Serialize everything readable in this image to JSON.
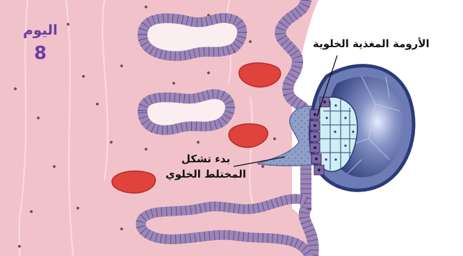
{
  "day": {
    "title": "اليوم",
    "number": "8"
  },
  "labels": {
    "syncytiotrophoblast": "الأرومة المغذية الخلوية",
    "mesoderm_line1": "بدء تشكل",
    "mesoderm_line2": "المختلط الخلوي"
  },
  "colors": {
    "endometrium": "#f2c2cb",
    "gland_fill": "#fbeef0",
    "epithelium": "#9b86b8",
    "cell_outline": "#5a3f7a",
    "blood_vessel": "#e0433b",
    "mesenchyme": "#8f9fc7",
    "cytotrophoblast": "#cfeff5",
    "blastocyst_cavity": "#3a4a86",
    "title_purple": "#6a3fa0"
  }
}
